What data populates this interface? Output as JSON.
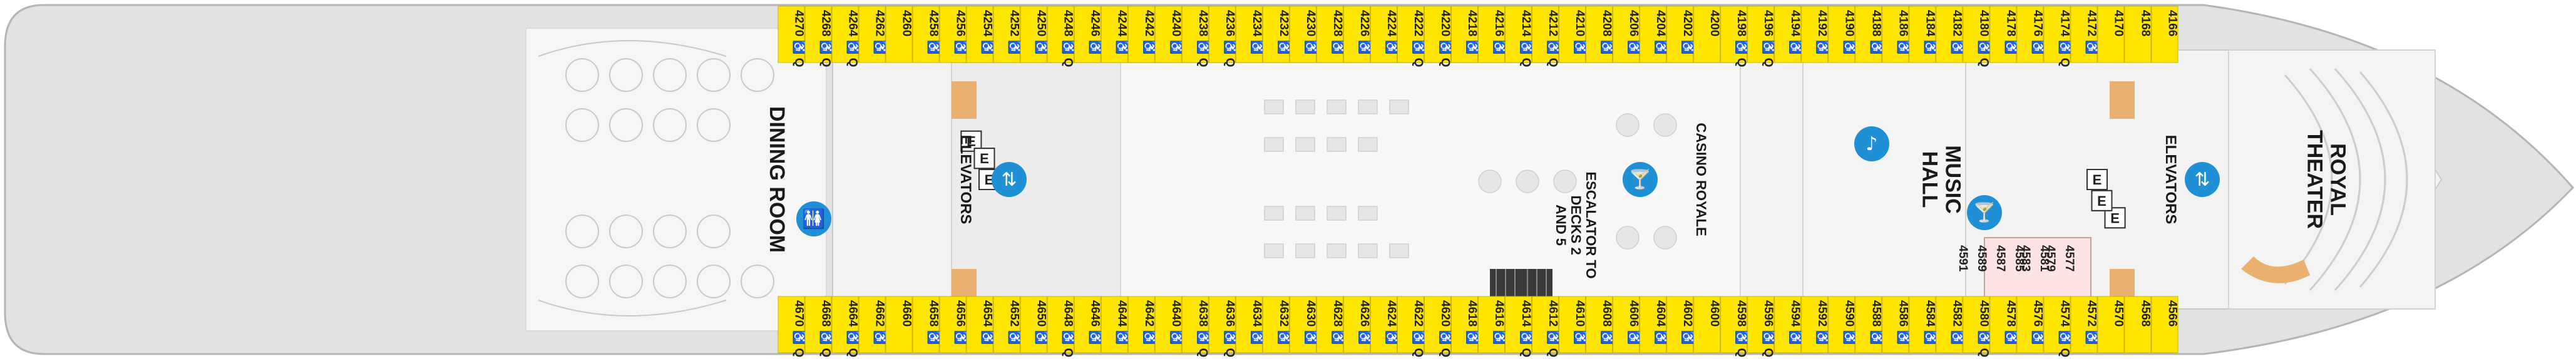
{
  "deck": {
    "venues": {
      "dining_room": "DINING ROOM",
      "elevators_fwd": "ELEVATORS",
      "elevators_aft": "ELEVATORS",
      "casino": "CASINO ROYALE",
      "music_hall": "MUSIC HALL",
      "royal_theater": "ROYAL THEATER",
      "escalator": "ESCALATOR TO DECKS 2 AND 5"
    },
    "top_cabins": [
      "4270 ♿ Q",
      "4268 ♿ Q",
      "4264 ♿ Q",
      "4262 ♿",
      "4260",
      "4258 ♿",
      "4256 ♿",
      "4254 ♿",
      "4252 ♿",
      "4250 ♿",
      "4248 ♿ Q",
      "4246 ♿",
      "4244 ♿",
      "4242 ♿",
      "4240 ♿",
      "4238 ♿ Q",
      "4236 ♿ Q",
      "4234 ♿",
      "4232 ♿",
      "4230 ♿",
      "4228 ♿",
      "4226 ♿",
      "4224 ♿",
      "4222 ♿ Q",
      "4220 ♿ Q",
      "4218 ♿",
      "4216 ♿",
      "4214 ♿ Q",
      "4212 ♿ Q",
      "4210 ♿",
      "4208 ♿",
      "4206 ♿",
      "4204 ♿",
      "4202 ♿",
      "4200",
      "4198 ♿ Q",
      "4196 ♿ Q",
      "4194 ♿",
      "4192 ♿",
      "4190 ♿",
      "4188 ♿",
      "4186 ♿",
      "4184 ♿",
      "4182 ♿",
      "4180 ♿ Q",
      "4178 ♿",
      "4176 ♿",
      "4174 ♿ Q",
      "4172 ♿",
      "4170",
      "4168",
      "4166"
    ],
    "bottom_cabins": [
      "4670 ♿ Q",
      "4668 ♿ Q",
      "4664 ♿ Q",
      "4662 ♿",
      "4660",
      "4658 ♿",
      "4656 ♿",
      "4654 ♿",
      "4652 ♿",
      "4650 ♿",
      "4648 ♿ Q",
      "4646 ♿",
      "4644 ♿",
      "4642 ♿",
      "4640 ♿",
      "4638 ♿ Q",
      "4636 ♿ Q",
      "4634 ♿",
      "4632 ♿",
      "4630 ♿",
      "4628 ♿",
      "4626 ♿",
      "4624 ♿",
      "4622 ♿ Q",
      "4620 ♿ Q",
      "4618 ♿",
      "4616 ♿",
      "4614 ♿ Q",
      "4612 ♿ Q",
      "4610 ♿",
      "4608 ♿",
      "4606 ♿",
      "4604 ♿",
      "4602 ♿",
      "4600",
      "4598 ♿ Q",
      "4596 ♿ Q",
      "4594 ♿",
      "4592 ♿",
      "4590 ♿",
      "4588 ♿",
      "4586 ♿",
      "4584 ♿",
      "4582 ♿",
      "4580 ♿ Q",
      "4578 ♿",
      "4576 ♿",
      "4574 ♿ Q",
      "4572 ♿",
      "4570",
      "4568",
      "4566"
    ],
    "inner_cabins": [
      [
        "4577",
        "4579"
      ],
      [
        "4581",
        "4583"
      ],
      [
        "4585",
        "4587",
        "4589",
        "4591"
      ]
    ],
    "elevator_letter": "E",
    "icons": [
      "restroom-icon",
      "bar-icon",
      "elevator-icon",
      "cocktail-icon",
      "stairs-icon"
    ],
    "colors": {
      "cabin_fill": "#ffe600",
      "inner_cabin_fill": "#fde3e3",
      "hull_fill": "#e2e2e2",
      "deck_fill": "#f3f3f3",
      "icon_fill": "#1f8fd6",
      "stair_fill": "#e9b070",
      "text": "#222222"
    }
  }
}
